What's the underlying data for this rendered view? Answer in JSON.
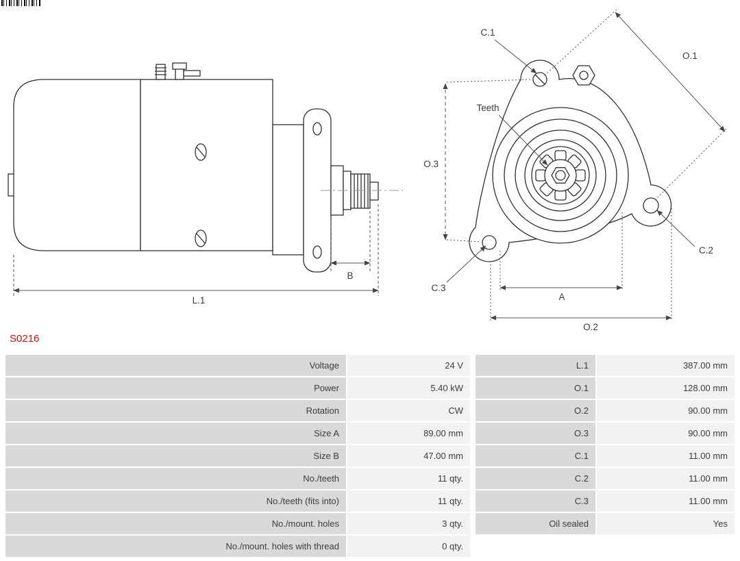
{
  "part_number": "S0216",
  "colors": {
    "part_number": "#cc1111",
    "table_label_bg": "#d9d9d9",
    "table_value_bg": "#f2f2f2"
  },
  "diagram": {
    "side": {
      "b": "B",
      "l1": "L.1"
    },
    "front": {
      "c1": "C.1",
      "o1": "O.1",
      "teeth": "Teeth",
      "o3": "O.3",
      "c2": "C.2",
      "c3": "C.3",
      "a": "A",
      "o2": "O.2"
    }
  },
  "specs": {
    "rows": [
      {
        "label1": "Voltage",
        "value1": "24 V",
        "label2": "L.1",
        "value2": "387.00 mm"
      },
      {
        "label1": "Power",
        "value1": "5.40 kW",
        "label2": "O.1",
        "value2": "128.00 mm"
      },
      {
        "label1": "Rotation",
        "value1": "CW",
        "label2": "O.2",
        "value2": "90.00 mm"
      },
      {
        "label1": "Size A",
        "value1": "89.00 mm",
        "label2": "O.3",
        "value2": "90.00 mm"
      },
      {
        "label1": "Size B",
        "value1": "47.00 mm",
        "label2": "C.1",
        "value2": "11.00 mm"
      },
      {
        "label1": "No./teeth",
        "value1": "11 qty.",
        "label2": "C.2",
        "value2": "11.00 mm"
      },
      {
        "label1": "No./teeth (fits into)",
        "value1": "11 qty.",
        "label2": "C.3",
        "value2": "11.00 mm"
      },
      {
        "label1": "No./mount. holes",
        "value1": "3 qty.",
        "label2": "Oil sealed",
        "value2": "Yes"
      },
      {
        "label1": "No./mount. holes with thread",
        "value1": "0 qty.",
        "label2": "",
        "value2": ""
      }
    ]
  }
}
